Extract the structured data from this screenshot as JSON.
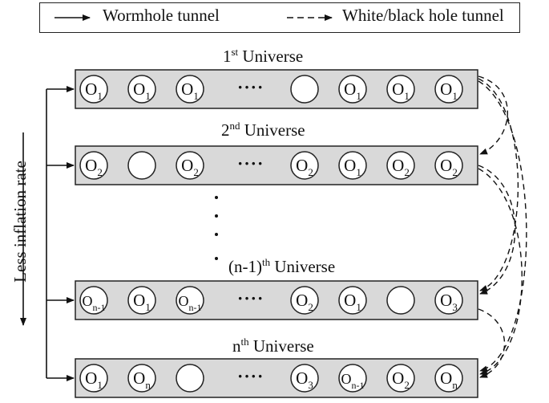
{
  "legend": {
    "wormhole_label": "Wormhole tunnel",
    "whitehole_label": "White/black hole tunnel"
  },
  "axis_label": "Less inflation rate",
  "universes": [
    {
      "label_pre": "1",
      "label_sup": "st",
      "label_post": " Universe",
      "cells": [
        {
          "base": "O",
          "sub": "1"
        },
        {
          "base": "O",
          "sub": "1"
        },
        {
          "base": "O",
          "sub": "1"
        },
        {
          "base": "",
          "sub": ""
        },
        {
          "base": "O",
          "sub": "1"
        },
        {
          "base": "O",
          "sub": "1"
        },
        {
          "base": "O",
          "sub": "1"
        }
      ]
    },
    {
      "label_pre": "2",
      "label_sup": "nd",
      "label_post": " Universe",
      "cells": [
        {
          "base": "O",
          "sub": "2"
        },
        {
          "base": "",
          "sub": ""
        },
        {
          "base": "O",
          "sub": "2"
        },
        {
          "base": "O",
          "sub": "2"
        },
        {
          "base": "O",
          "sub": "1"
        },
        {
          "base": "O",
          "sub": "2"
        },
        {
          "base": "O",
          "sub": "2"
        }
      ]
    },
    {
      "label_pre": "(n-1)",
      "label_sup": "th",
      "label_post": " Universe",
      "cells": [
        {
          "base": "O",
          "sub": "n-1"
        },
        {
          "base": "O",
          "sub": "1"
        },
        {
          "base": "O",
          "sub": "n-1"
        },
        {
          "base": "O",
          "sub": "2"
        },
        {
          "base": "O",
          "sub": "1"
        },
        {
          "base": "",
          "sub": ""
        },
        {
          "base": "O",
          "sub": "3"
        }
      ]
    },
    {
      "label_pre": "n",
      "label_sup": "th",
      "label_post": " Universe",
      "cells": [
        {
          "base": "O",
          "sub": "1"
        },
        {
          "base": "O",
          "sub": "n"
        },
        {
          "base": "",
          "sub": ""
        },
        {
          "base": "O",
          "sub": "3"
        },
        {
          "base": "O",
          "sub": "n-1"
        },
        {
          "base": "O",
          "sub": "2"
        },
        {
          "base": "O",
          "sub": "n"
        }
      ]
    }
  ],
  "ellipsis": "····"
}
